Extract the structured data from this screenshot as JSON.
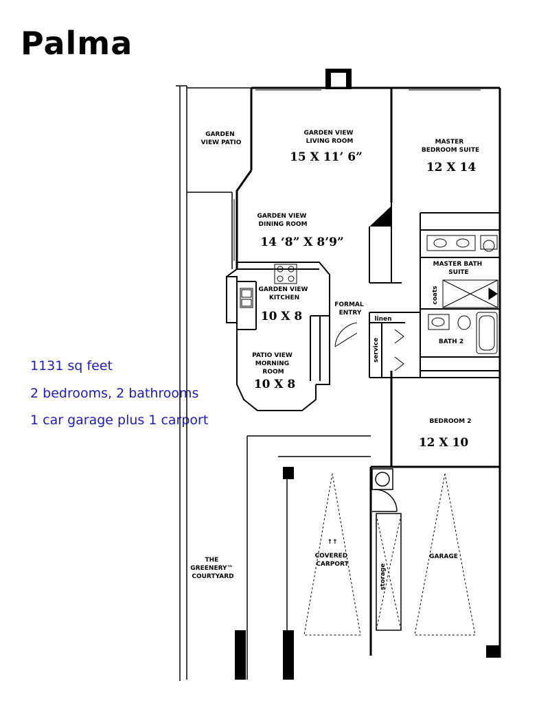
{
  "title": "Palma",
  "info": {
    "area": "1131 sq feet",
    "rooms": "2 bedrooms, 2 bathrooms",
    "parking": "1 car garage plus 1 carport"
  },
  "rooms": {
    "patio": [
      "GARDEN",
      "VIEW PATIO"
    ],
    "living": {
      "name": [
        "GARDEN VIEW",
        "LIVING ROOM"
      ],
      "dim": "15 X 11’ 6”"
    },
    "master": {
      "name": [
        "MASTER",
        "BEDROOM SUITE"
      ],
      "dim": "12 X 14"
    },
    "dining": {
      "name": [
        "GARDEN VIEW",
        "DINING ROOM"
      ],
      "dim": "14 ‘8” X 8’9”"
    },
    "master_bath": [
      "MASTER BATH",
      "SUITE"
    ],
    "coats": "coats",
    "kitchen": {
      "name": [
        "GARDEN VIEW",
        "KITCHEN"
      ],
      "dim": "10 X 8"
    },
    "entry": [
      "FORMAL",
      "ENTRY"
    ],
    "linen": "linen",
    "service": "service",
    "bath2": "BATH 2",
    "morning": {
      "name": [
        "PATIO VIEW",
        "MORNING",
        "ROOM"
      ],
      "dim": "10 X 8"
    },
    "bedroom2": {
      "name": "BEDROOM 2",
      "dim": "12 X 10"
    },
    "courtyard": [
      "THE",
      "GREENERY™",
      "COURTYARD"
    ],
    "carport": [
      "COVERED",
      "CARPORT"
    ],
    "carport_mark": "↑↑",
    "storage": "storage",
    "garage": "GARAGE"
  }
}
